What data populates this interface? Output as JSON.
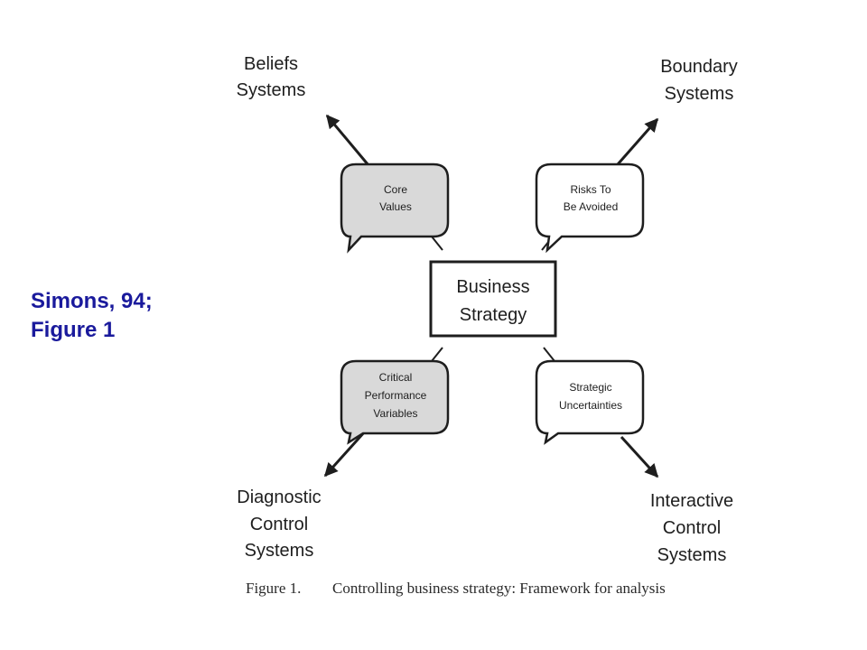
{
  "side_note": {
    "line1": "Simons, 94;",
    "line2": "Figure 1"
  },
  "center": {
    "line1": "Business",
    "line2": "Strategy"
  },
  "lever_boxes": {
    "core_values": {
      "line1": "Core",
      "line2": "Values"
    },
    "risks": {
      "line1": "Risks To",
      "line2": "Be Avoided"
    },
    "critical_variables": {
      "line1": "Critical",
      "line2": "Performance",
      "line3": "Variables"
    },
    "strategic_uncertainties": {
      "line1": "Strategic",
      "line2": "Uncertainties"
    }
  },
  "systems": {
    "beliefs": {
      "line1": "Beliefs",
      "line2": "Systems"
    },
    "boundary": {
      "line1": "Boundary",
      "line2": "Systems"
    },
    "diagnostic": {
      "line1": "Diagnostic",
      "line2": "Control",
      "line3": "Systems"
    },
    "interactive": {
      "line1": "Interactive",
      "line2": "Control",
      "line3": "Systems"
    }
  },
  "caption": {
    "label": "Figure 1.",
    "text": "Controlling business strategy: Framework for analysis"
  },
  "colors": {
    "side_note": "#1a1a9c",
    "shaded_box": "#d9d9d9",
    "plain_box": "#ffffff",
    "ink": "#1e1e1e"
  }
}
